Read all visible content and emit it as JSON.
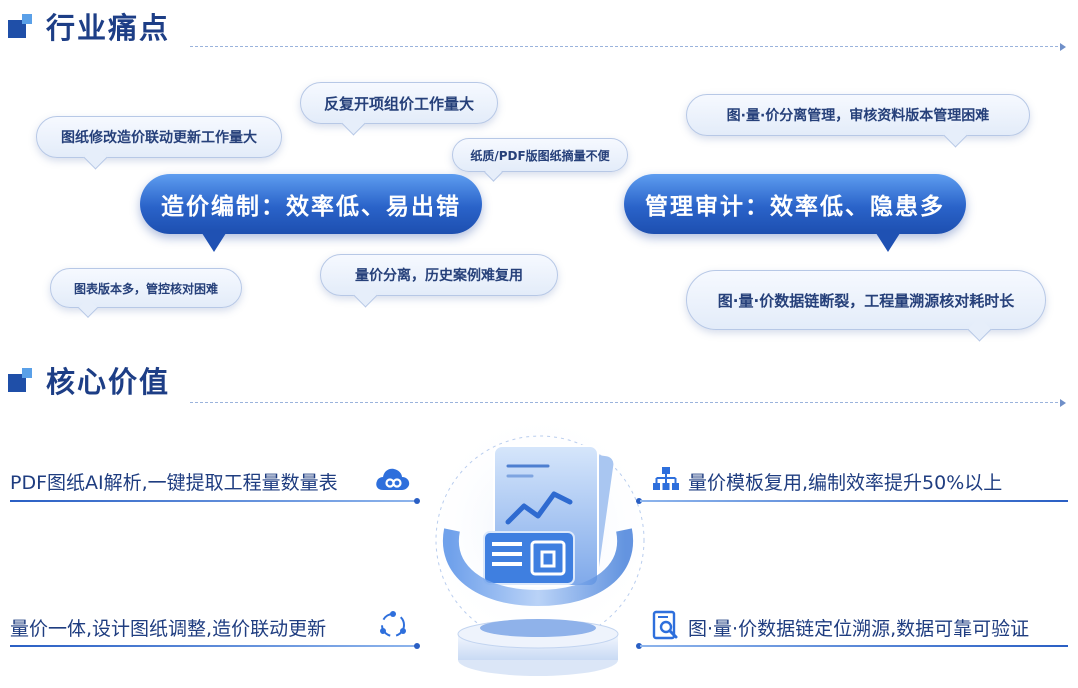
{
  "sections": {
    "pain_title": "行业痛点",
    "value_title": "核心价值"
  },
  "pain": {
    "big_left": "造价编制：效率低、易出错",
    "big_right": "管理审计：效率低、隐患多",
    "bubbles": [
      "图纸修改造价联动更新工作量大",
      "反复开项组价工作量大",
      "纸质/PDF版图纸摘量不便",
      "图表版本多，管控核对困难",
      "量价分离，历史案例难复用",
      "图·量·价分离管理，审核资料版本管理困难",
      "图·量·价数据链断裂，工程量溯源核对耗时长"
    ]
  },
  "value": {
    "items": [
      {
        "text": "PDF图纸AI解析,一键提取工程量数量表",
        "icon": "cloud-icon"
      },
      {
        "text": "量价一体,设计图纸调整,造价联动更新",
        "icon": "cycle-icon"
      },
      {
        "text": "量价模板复用,编制效率提升50%以上",
        "icon": "hierarchy-icon"
      },
      {
        "text": "图·量·价数据链定位溯源,数据可靠可验证",
        "icon": "search-doc-icon"
      }
    ]
  },
  "colors": {
    "title": "#1d3e86",
    "accent": "#2a63c9",
    "bubble_text": "#26407a"
  }
}
